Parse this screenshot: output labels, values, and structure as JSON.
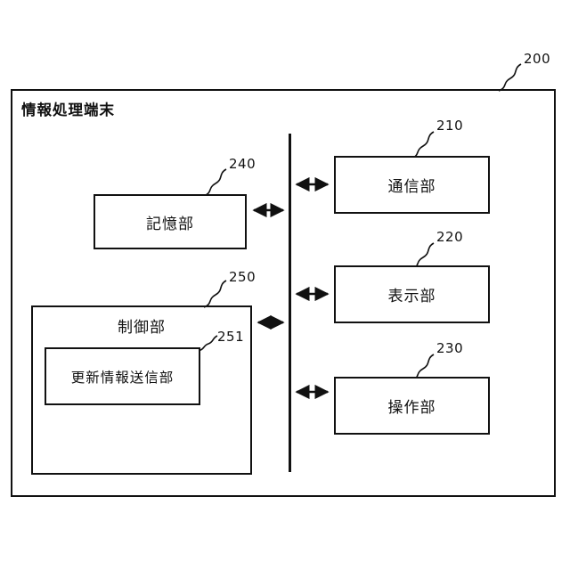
{
  "figure": {
    "title": "情報処理端末",
    "refs": {
      "terminal": "200",
      "storage": "240",
      "control": "250",
      "update_sender": "251",
      "communication": "210",
      "display": "220",
      "operation": "230"
    },
    "blocks": {
      "storage": "記憶部",
      "control": "制御部",
      "update_sender": "更新情報送信部",
      "communication": "通信部",
      "display": "表示部",
      "operation": "操作部"
    },
    "colors": {
      "line": "#111111",
      "background": "#ffffff"
    }
  }
}
